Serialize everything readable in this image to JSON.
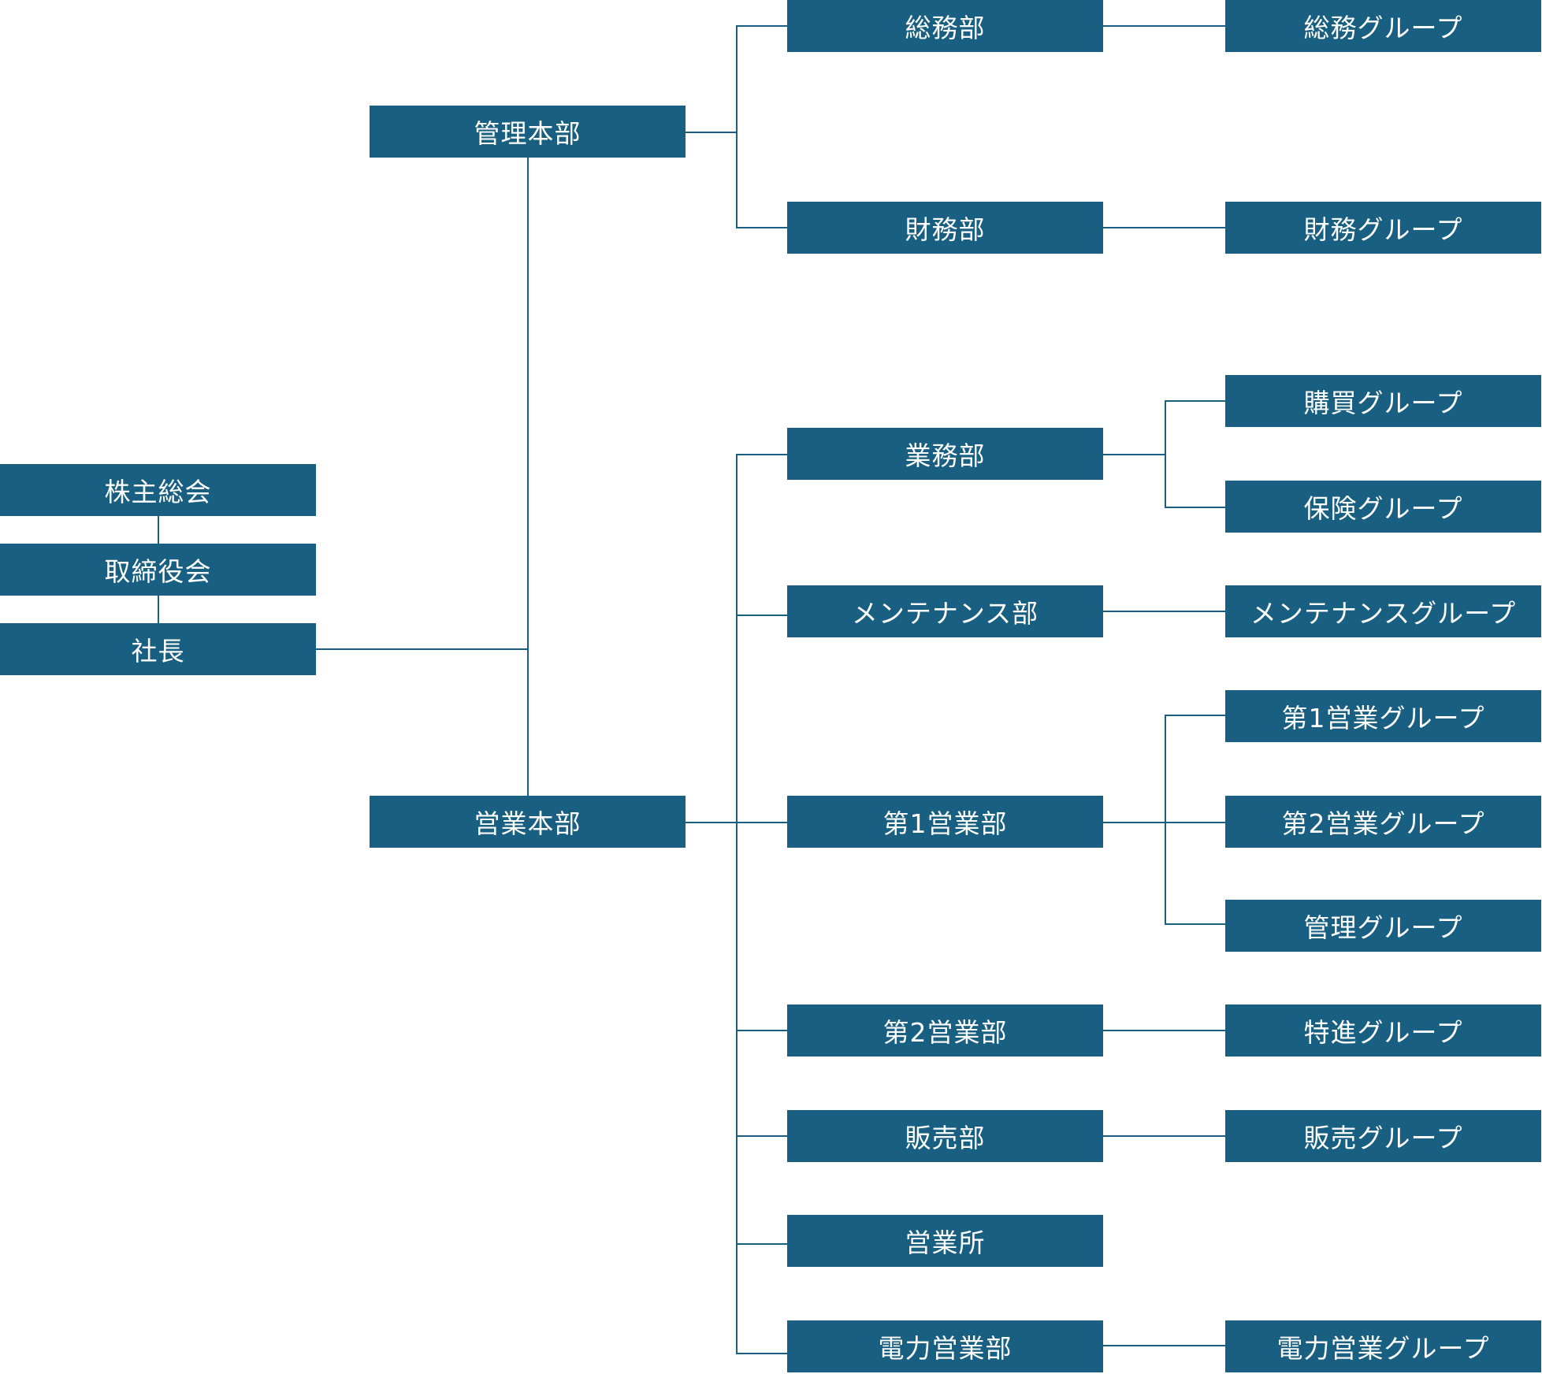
{
  "theme": {
    "box_color": "#185f81",
    "line_color": "#185f81",
    "text_color": "#ffffff"
  },
  "top_chain": {
    "shareholders": "株主総会",
    "board": "取締役会",
    "president": "社長"
  },
  "headquarters": {
    "admin": "管理本部",
    "sales": "営業本部"
  },
  "departments": {
    "general_affairs": "総務部",
    "finance": "財務部",
    "operations": "業務部",
    "maintenance": "メンテナンス部",
    "sales1": "第1営業部",
    "sales2": "第2営業部",
    "retail": "販売部",
    "sales_office": "営業所",
    "power_sales": "電力営業部"
  },
  "groups": {
    "general_affairs": "総務グループ",
    "finance": "財務グループ",
    "purchasing": "購買グループ",
    "insurance": "保険グループ",
    "maintenance": "メンテナンスグループ",
    "sales1": "第1営業グループ",
    "sales2": "第2営業グループ",
    "management": "管理グループ",
    "special": "特進グループ",
    "retail": "販売グループ",
    "power_sales": "電力営業グループ"
  }
}
